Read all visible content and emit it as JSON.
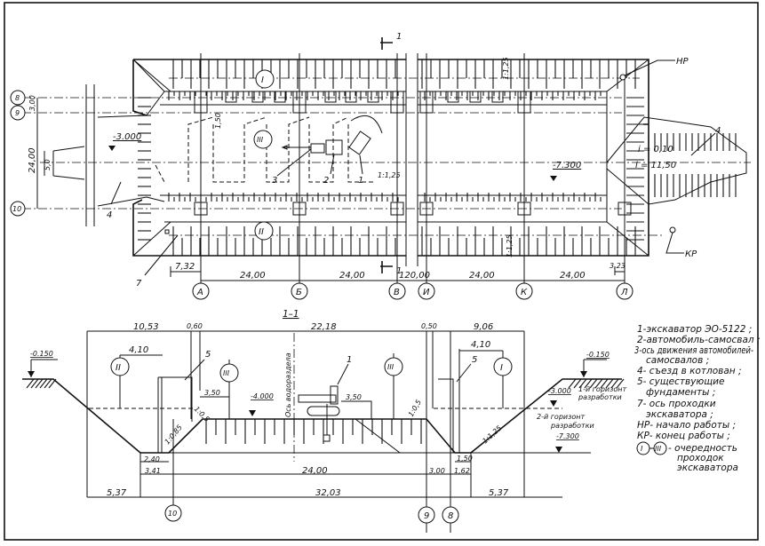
{
  "plan": {
    "section_mark": "1",
    "passes": {
      "p1": "I",
      "p2": "II",
      "p3": "III"
    },
    "elevations": {
      "left": "-3.000",
      "center": "-7.300"
    },
    "slopes": {
      "top": "1:1,25",
      "bottom": "1:1,25",
      "ramp": "1:1,25"
    },
    "ramp_right": {
      "grade": "i = 0,10",
      "length": "l = 11,50",
      "label": "4"
    },
    "ramp_left_label": "4",
    "numbers": {
      "excavator": "1",
      "truck": "2",
      "truck_axis": "3",
      "excavator_axis": "7"
    },
    "dim_150": "1,50",
    "start_work": "НР",
    "end_work": "КР",
    "row_axes": [
      "8",
      "9",
      "10"
    ],
    "row_dims": {
      "d89": "3,00",
      "d910": "24,00",
      "ramp_width": "5,0"
    },
    "col_axes": [
      "А",
      "Б",
      "В",
      "И",
      "К",
      "Л"
    ],
    "col_dims": [
      "7,32",
      "24,00",
      "24,00",
      "120,00",
      "24,00",
      "24,00",
      "3,23"
    ]
  },
  "section": {
    "title": "1–1",
    "passes": {
      "p1": "I",
      "p2": "II",
      "p3_left": "III",
      "p3_right": "III"
    },
    "top_dims": [
      "10,53",
      "0,60",
      "22,18",
      "0,50",
      "9,06"
    ],
    "pass_dims": {
      "left": "4,10",
      "right": "4,10",
      "left_350": "3,50",
      "right_350": "3,50"
    },
    "elevations": {
      "ground_left": "-0.150",
      "ground_right": "-0.150",
      "bench": "-4.000",
      "h1": "-3.000",
      "bottom": "-7.300"
    },
    "horizons": {
      "first": "1-й горизонт разработки",
      "second_l1": "2-й горизонт",
      "second_l2": "разработки"
    },
    "watershed": "Ось водораздела",
    "slopes": {
      "s05_left": "1:0,5",
      "s085": "1:0,85",
      "s05_right": "1:0,5",
      "s125": "1:1,25"
    },
    "labels": {
      "foundation_left": "5",
      "foundation_right": "5",
      "excavator": "1"
    },
    "bottom_dims": [
      "2,40",
      "3,41",
      "24,00",
      "3,00",
      "1,50",
      "1,62",
      "5,37",
      "32,03",
      "5,37"
    ],
    "axes": [
      "10",
      "9",
      "8"
    ]
  },
  "legend": {
    "items": [
      "1-экскаватор ЭО-5122 ;",
      "2-автомобиль-самосвал ;",
      "3-ось движения автомобилей-",
      "   самосвалов ;",
      "4- съезд в котлован ;",
      "5- существующие",
      "   фундаменты ;",
      "7- ось проходки",
      "   экскаватора ;",
      "НР- начало работы ;",
      "КР- конец работы ;"
    ],
    "range_from": "I",
    "range_to": "III",
    "range_text": [
      "- очередность",
      "проходок",
      "экскаватора"
    ]
  }
}
